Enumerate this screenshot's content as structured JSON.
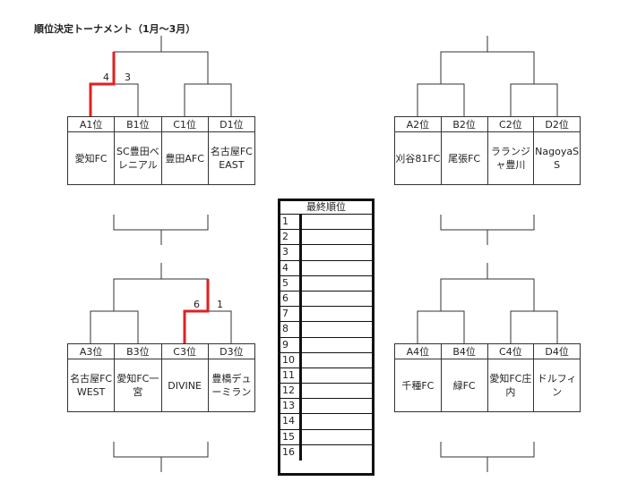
{
  "title": "順位決定トーナメント（1月〜3月）",
  "groups": [
    {
      "positions": [
        "A1位",
        "B1位",
        "C1位",
        "D1位"
      ],
      "teams": [
        "愛知FC",
        "SC豊田ベレニアル",
        "豊田AFC",
        "名古屋FCEAST"
      ]
    },
    {
      "positions": [
        "A2位",
        "B2位",
        "C2位",
        "D2位"
      ],
      "teams": [
        "刈谷81FC",
        "尾張FC",
        "ラランジャ豊川",
        "NagoyaSS"
      ]
    },
    {
      "positions": [
        "A3位",
        "B3位",
        "C3位",
        "D3位"
      ],
      "teams": [
        "名古屋FCWEST",
        "愛知FC一宮",
        "DIVINE",
        "豊橋デューミラン"
      ]
    },
    {
      "positions": [
        "A4位",
        "B4位",
        "C4位",
        "D4位"
      ],
      "teams": [
        "千種FC",
        "緑FC",
        "愛知FC庄内",
        "ドルフィン"
      ]
    }
  ],
  "scores": {
    "g1_left": "4",
    "g1_right": "3",
    "g3_left": "6",
    "g3_right": "1"
  },
  "final": {
    "header": "最終順位",
    "ranks": [
      "1",
      "2",
      "3",
      "4",
      "5",
      "6",
      "7",
      "8",
      "9",
      "10",
      "11",
      "12",
      "13",
      "14",
      "15",
      "16"
    ]
  },
  "colors": {
    "winner_line": "#e02020",
    "line": "#333333"
  }
}
